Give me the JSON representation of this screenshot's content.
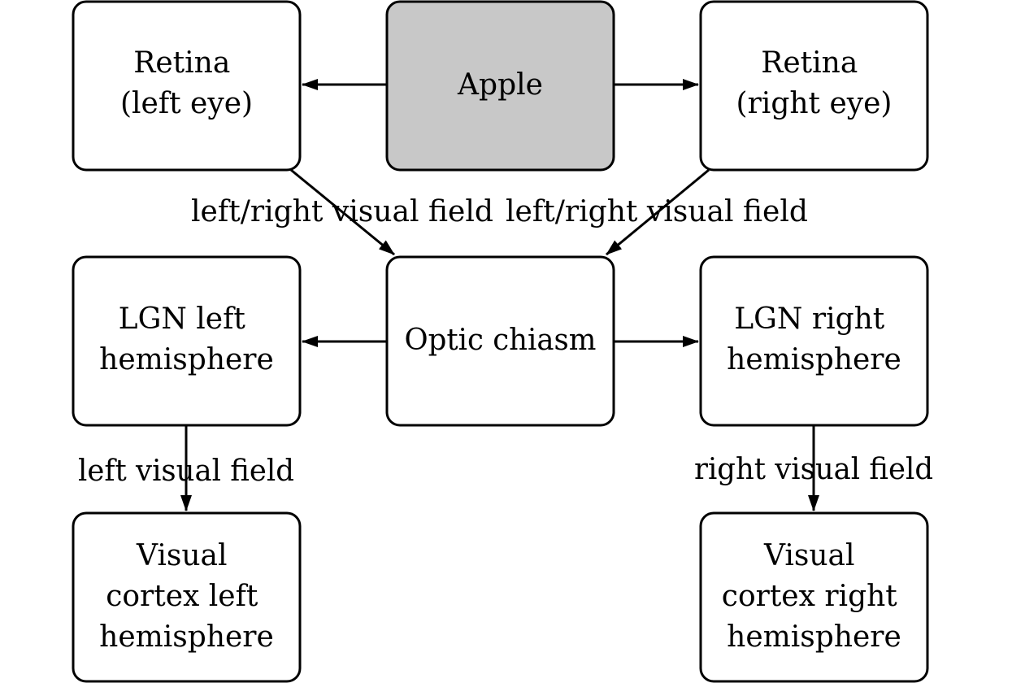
{
  "colors": {
    "stimulus_fill": "#c8c8c8",
    "node_fill": "#ffffff",
    "stroke": "#000000"
  },
  "nodes": {
    "apple": {
      "lines": [
        "Apple"
      ]
    },
    "retina_left": {
      "lines": [
        "Retina",
        "(left eye)"
      ]
    },
    "retina_right": {
      "lines": [
        "Retina",
        "(right eye)"
      ]
    },
    "optic_chiasm": {
      "lines": [
        "Optic chiasm"
      ]
    },
    "lgn_left": {
      "lines": [
        "LGN left",
        "hemisphere"
      ]
    },
    "lgn_right": {
      "lines": [
        "LGN right",
        "hemisphere"
      ]
    },
    "cortex_left": {
      "lines": [
        "Visual",
        "cortex left",
        "hemisphere"
      ]
    },
    "cortex_right": {
      "lines": [
        "Visual",
        "cortex right",
        "hemisphere"
      ]
    }
  },
  "edge_labels": {
    "retina_left_to_chiasm": "left/right visual field",
    "retina_right_to_chiasm": "left/right visual field",
    "lgn_left_to_cortex": "left visual field",
    "lgn_right_to_cortex": "right visual field"
  }
}
